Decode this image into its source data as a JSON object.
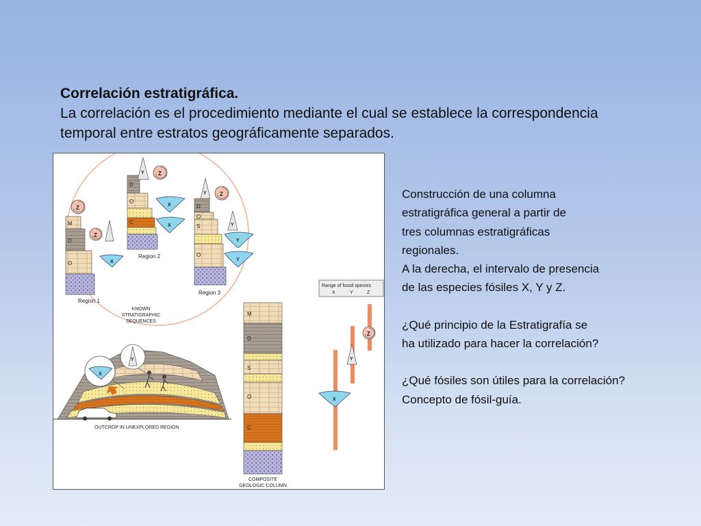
{
  "slide": {
    "title": "Correlación estratigráfica.",
    "body_lines": [
      "La correlación es el procedimiento mediante el cual se establece la correspondencia",
      "temporal entre estratos geográficamente separados."
    ]
  },
  "figure": {
    "region_labels": [
      "Region 1",
      "Region 2",
      "Region 3"
    ],
    "circle_label_lines": [
      "KNOWN",
      "STRATIGRAPHIC",
      "SEQUENCES"
    ],
    "outcrop_label": "OUTCROP IN UNEXPLORED REGION",
    "composite_label_lines": [
      "COMPOSITE",
      "GEOLOGIC COLUMN"
    ],
    "range_legend_title": "Range of fossil species",
    "range_legend_species": [
      "X",
      "Y",
      "Z"
    ],
    "layer_letters": {
      "region1": [
        "M",
        "D",
        "O"
      ],
      "region2": [
        "D",
        "O",
        "C"
      ],
      "region3": [
        "D",
        "O",
        "S",
        "O"
      ],
      "composite": [
        "M",
        "D",
        "S",
        "O",
        "C"
      ]
    },
    "fossil_marks": {
      "region1": [
        "Z",
        "Z",
        "X"
      ],
      "region2": [
        "Y",
        "Z",
        "X",
        "X"
      ],
      "region3": [
        "Y",
        "Z",
        "Y",
        "Y",
        "Y"
      ],
      "outcrop": [
        "X",
        "Y"
      ],
      "ranges": [
        "Z",
        "Y",
        "X"
      ]
    },
    "colors": {
      "orange_layer": "#d9741e",
      "tan_layer": "#f2dcb8",
      "sand_layer": "#f7e79a",
      "lavender_layer": "#b8b6de",
      "gray_layer": "#a79d92",
      "range_bar": "#f08a60",
      "fossil_blue": "#8fd6ec"
    }
  },
  "side_text": {
    "paragraph1": [
      "Construcción de una columna",
      "estratigráfica general a partir de",
      "tres columnas estratigráficas",
      "regionales.",
      "A la derecha, el intervalo de presencia",
      "de las especies fósiles X, Y y Z."
    ],
    "question1": [
      "¿Qué principio de la Estratigrafía se",
      "ha utilizado para hacer la correlación?"
    ],
    "question2": [
      "¿Qué fósiles son útiles para la correlación?",
      "Concepto de fósil-guía."
    ]
  }
}
